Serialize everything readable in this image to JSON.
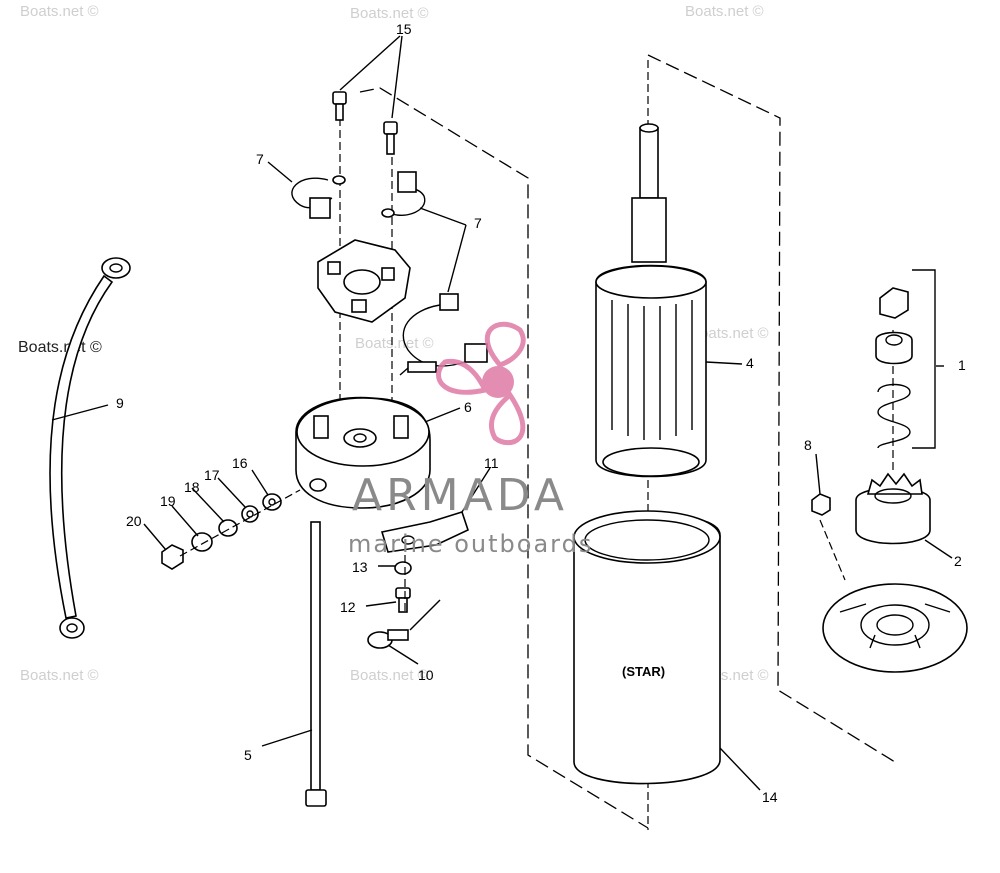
{
  "callouts": {
    "c1": "1",
    "c2": "2",
    "c4": "4",
    "c5": "5",
    "c6": "6",
    "c7a": "7",
    "c7b": "7",
    "c8": "8",
    "c9": "9",
    "c10": "10",
    "c11": "11",
    "c12": "12",
    "c13": "13",
    "c14": "14",
    "c15": "15",
    "c16": "16",
    "c17": "17",
    "c18": "18",
    "c19": "19",
    "c20": "20"
  },
  "labels": {
    "star": "(STAR)"
  },
  "watermark": {
    "text": "Boats.net ©",
    "brand": "ARMADA",
    "tagline": "marine outboards",
    "brand_color": "#e07aa6"
  }
}
